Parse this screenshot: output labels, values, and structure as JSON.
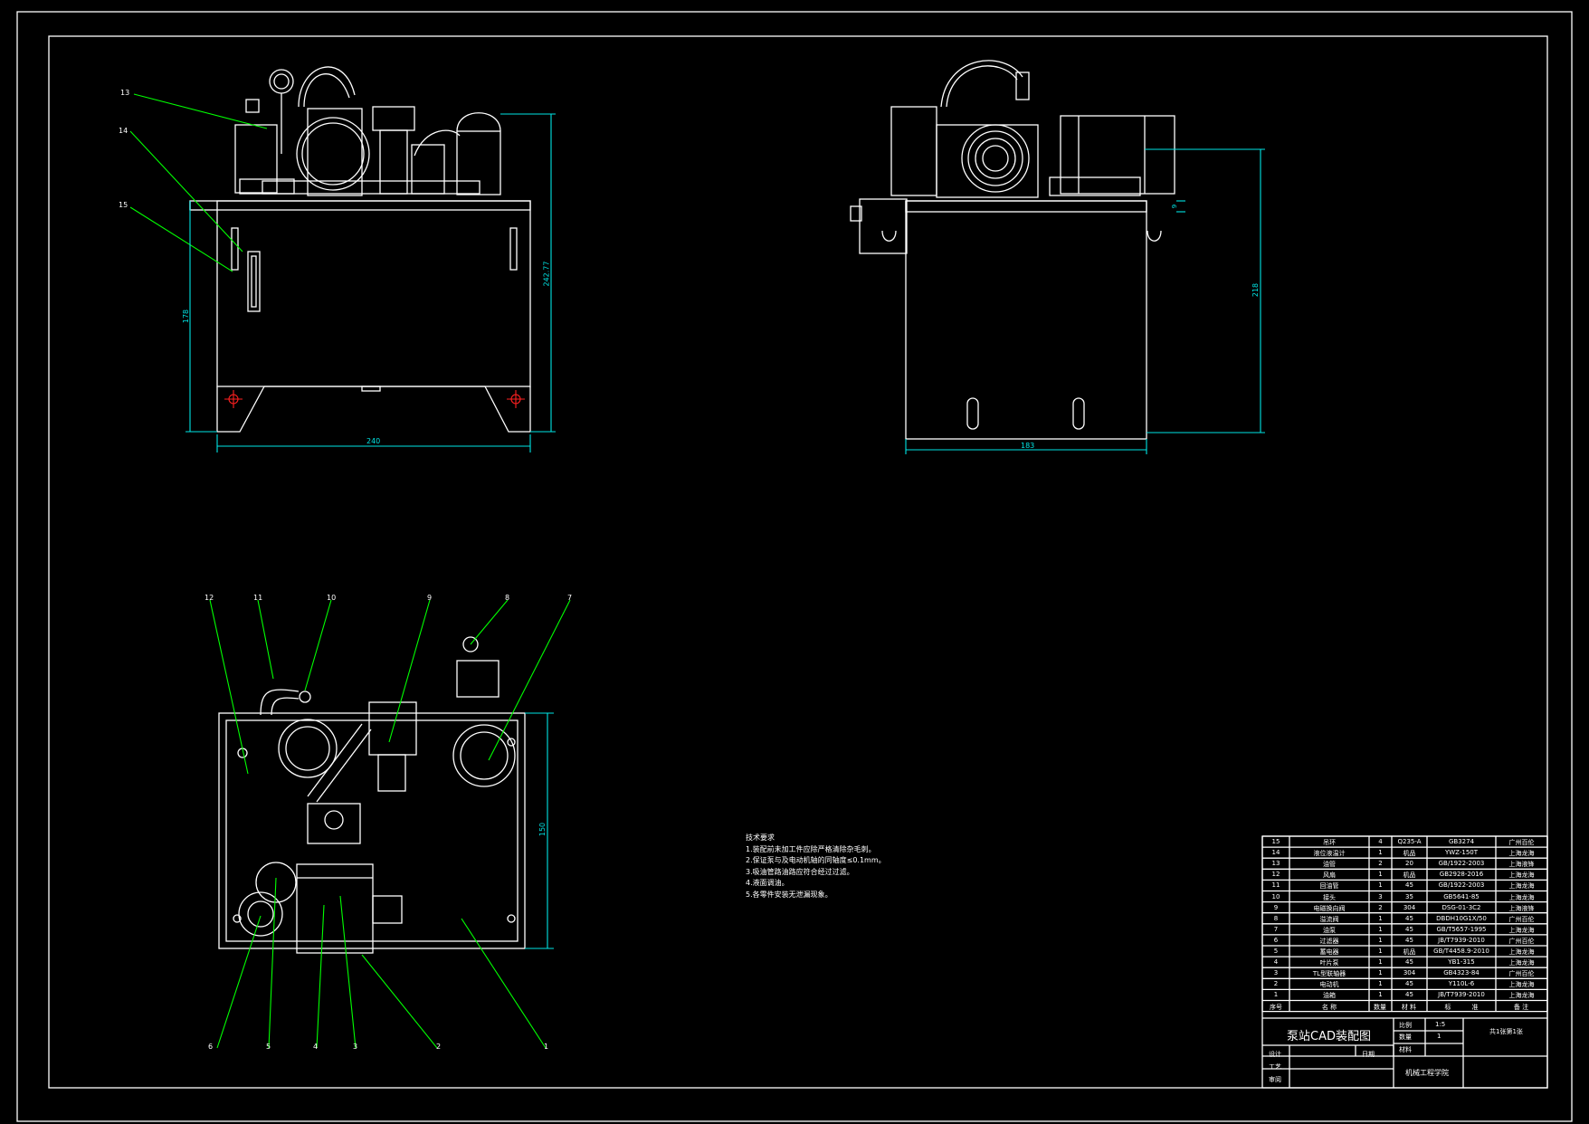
{
  "drawing": {
    "title": "泵站CAD装配图",
    "school": "机械工程学院",
    "sheet_note": "共1张第1张",
    "scale_label": "比例",
    "scale_value": "1:5",
    "qty_label": "数量",
    "qty_value": "1",
    "material_label": "材料",
    "date_label": "日期",
    "design_label": "设计",
    "process_label": "工艺",
    "check_label": "审阅"
  },
  "header_row": [
    "序号",
    "名    称",
    "数量",
    "材  料",
    "标",
    "准",
    "备    注"
  ],
  "parts": [
    {
      "no": "15",
      "name": "吊环",
      "qty": "4",
      "material": "Q235-A",
      "standard": "GB3274",
      "note": "广州百伦"
    },
    {
      "no": "14",
      "name": "液位液温计",
      "qty": "1",
      "material": "机品",
      "standard": "YWZ-150T",
      "note": "上海龙海"
    },
    {
      "no": "13",
      "name": "油管",
      "qty": "2",
      "material": "20",
      "standard": "GB/1922-2003",
      "note": "上海液锋"
    },
    {
      "no": "12",
      "name": "风扇",
      "qty": "1",
      "material": "机品",
      "standard": "GB2928-2016",
      "note": "上海龙海"
    },
    {
      "no": "11",
      "name": "回油管",
      "qty": "1",
      "material": "45",
      "standard": "GB/1922-2003",
      "note": "上海龙海"
    },
    {
      "no": "10",
      "name": "接头",
      "qty": "3",
      "material": "35",
      "standard": "GB5641-85",
      "note": "上海龙海"
    },
    {
      "no": "9",
      "name": "电磁换向阀",
      "qty": "2",
      "material": "304",
      "standard": "DSG-01-3C2",
      "note": "上海液锋"
    },
    {
      "no": "8",
      "name": "溢流阀",
      "qty": "1",
      "material": "45",
      "standard": "DBDH10G1X/50",
      "note": "广州百伦"
    },
    {
      "no": "7",
      "name": "油泵",
      "qty": "1",
      "material": "45",
      "standard": "GB/T5657-1995",
      "note": "上海龙海"
    },
    {
      "no": "6",
      "name": "过滤器",
      "qty": "1",
      "material": "45",
      "standard": "JB/T7939-2010",
      "note": "广州百伦"
    },
    {
      "no": "5",
      "name": "蓄电器",
      "qty": "1",
      "material": "机品",
      "standard": "GB/T4458.9-2010",
      "note": "上海龙海"
    },
    {
      "no": "4",
      "name": "叶片泵",
      "qty": "1",
      "material": "45",
      "standard": "YB1-315",
      "note": "上海龙海"
    },
    {
      "no": "3",
      "name": "TL型联轴器",
      "qty": "1",
      "material": "304",
      "standard": "GB4323-84",
      "note": "广州百伦"
    },
    {
      "no": "2",
      "name": "电动机",
      "qty": "1",
      "material": "45",
      "standard": "Y110L-6",
      "note": "上海龙海"
    },
    {
      "no": "1",
      "name": "油箱",
      "qty": "1",
      "material": "45",
      "standard": "JB/T7939-2010",
      "note": "上海龙海"
    }
  ],
  "tech_req": {
    "title": "技术要求",
    "lines": [
      "1.装配前未加工件应除严格清除杂毛刺。",
      "2.保证泵与及电动机轴的同轴度≤0.1mm。",
      "3.吸油管路油路应符合经过过滤。",
      "4.液面调油。",
      "5.各零件安装无泄漏现象。"
    ]
  },
  "dimensions": {
    "front_width": "240",
    "front_height": "178",
    "front_total": "242.77",
    "side_width": "183",
    "side_height": "218",
    "side_small": "9",
    "top_depth": "150"
  },
  "callouts": {
    "front": [
      "13",
      "14",
      "15"
    ],
    "top": [
      "12",
      "11",
      "10",
      "9",
      "8",
      "7",
      "6",
      "5",
      "4",
      "3",
      "2",
      "1"
    ]
  },
  "colors": {
    "line": "#ffffff",
    "leader": "#00ff00",
    "dim": "#00e5e5",
    "mark": "#ff2020",
    "bg": "#000000"
  }
}
